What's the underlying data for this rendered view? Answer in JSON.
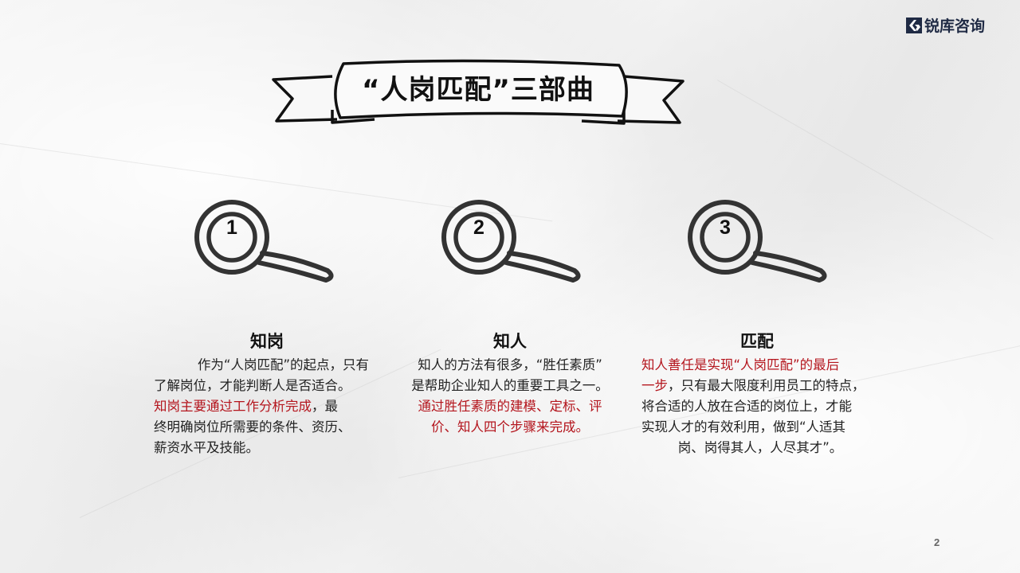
{
  "logo": {
    "icon": "ruiku-logo-icon",
    "text": "锐库咨询",
    "color": "#1f2a44"
  },
  "banner": {
    "title": "“人岗匹配”三部曲"
  },
  "steps": [
    {
      "number": "1",
      "icon": "magnifier-icon",
      "title": "知岗",
      "body": [
        {
          "text": "作为“人岗匹配”的起点，只有",
          "red": false
        },
        {
          "text": "了解岗位，才能判断人是否适合。",
          "red": false
        },
        {
          "text_red": "知岗主要通过工作分析完成",
          "text_rest": "，最"
        },
        {
          "text": "终明确岗位所需要的条件、资历、",
          "red": false
        },
        {
          "text": "薪资水平及技能。",
          "red": false
        }
      ]
    },
    {
      "number": "2",
      "icon": "magnifier-icon",
      "title": "知人",
      "body": [
        {
          "text": "知人的方法有很多，“胜任素质”",
          "red": false
        },
        {
          "text": "是帮助企业知人的重要工具之一。",
          "red": false
        },
        {
          "text": "通过胜任素质的建模、定标、评",
          "red": true
        },
        {
          "text": "价、知人四个步骤来完成。",
          "red": true
        }
      ]
    },
    {
      "number": "3",
      "icon": "magnifier-icon",
      "title": "匹配",
      "body": [
        {
          "text": "知人善任是实现“人岗匹配”的最后",
          "red": true
        },
        {
          "text_red": "一步",
          "text_rest": "，只有最大限度利用员工的特点，"
        },
        {
          "text": "将合适的人放在合适的岗位上，才能",
          "red": false
        },
        {
          "text": "实现人才的有效利用，做到“人适其",
          "red": false
        },
        {
          "text": "岗、岗得其人，人尽其才”。",
          "red": false
        }
      ]
    }
  ],
  "colors": {
    "accent_red": "#b4151d",
    "text": "#222222",
    "icon_stroke": "#333333"
  },
  "page_number": "2"
}
